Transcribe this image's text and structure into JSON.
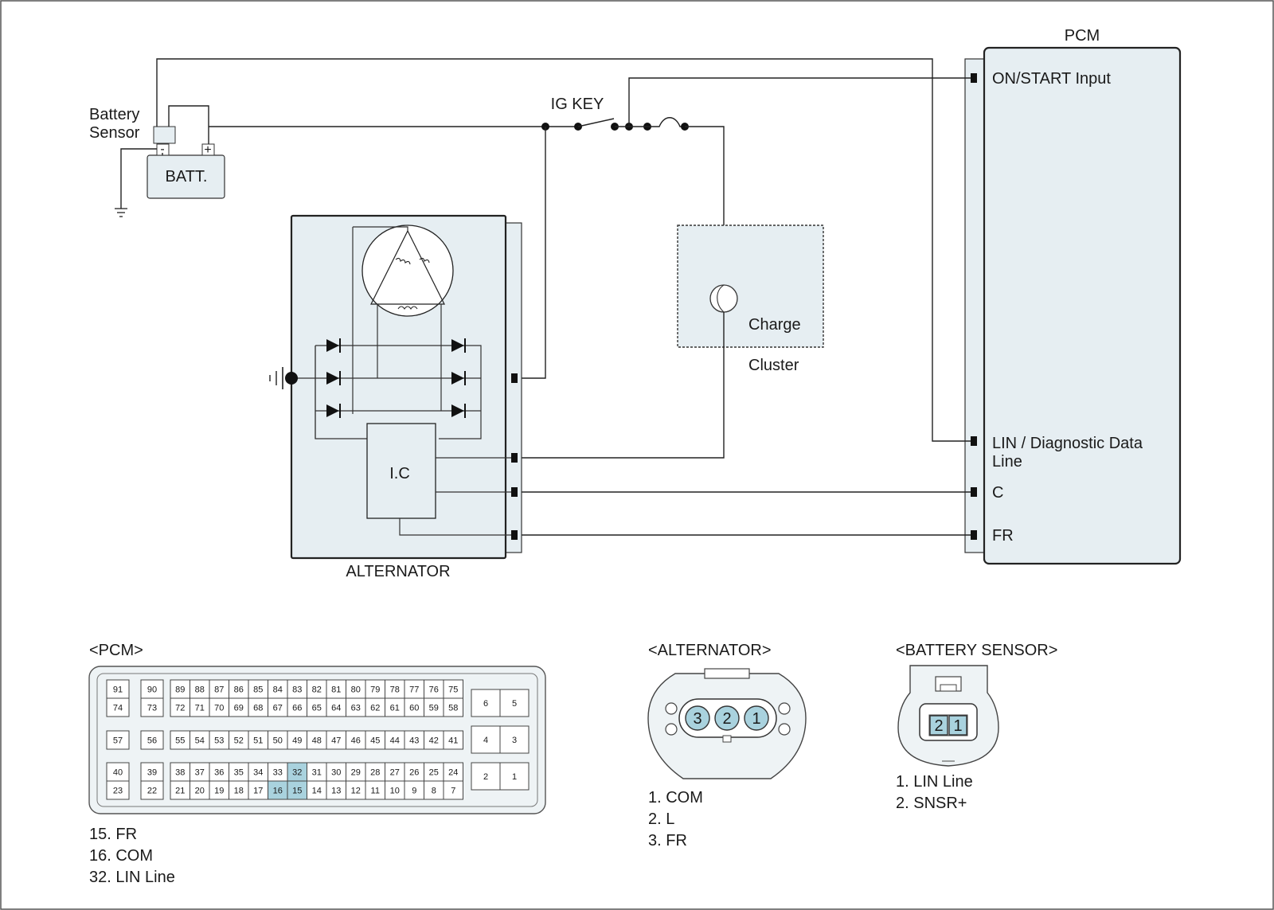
{
  "labels": {
    "pcm": "PCM",
    "battery_sensor_line1": "Battery",
    "battery_sensor_line2": "Sensor",
    "batt": "BATT.",
    "batt_minus": "-",
    "batt_plus": "+",
    "ig_key": "IG KEY",
    "alternator": "ALTERNATOR",
    "ic": "I.C",
    "charge": "Charge",
    "cluster": "Cluster"
  },
  "pcm_pins": {
    "on_start": "ON/START Input",
    "lin_line1": "LIN / Diagnostic Data",
    "lin_line2": "Line",
    "c": "C",
    "fr": "FR"
  },
  "connectors": {
    "pcm": {
      "title": "<PCM>",
      "row1_left": [
        [
          "91",
          "74"
        ],
        [
          "90",
          "73"
        ]
      ],
      "row1_main_top": [
        "89",
        "88",
        "87",
        "86",
        "85",
        "84",
        "83",
        "82",
        "81",
        "80",
        "79",
        "78",
        "77",
        "76",
        "75"
      ],
      "row1_main_bottom": [
        "72",
        "71",
        "70",
        "69",
        "68",
        "67",
        "66",
        "65",
        "64",
        "63",
        "62",
        "61",
        "60",
        "59",
        "58"
      ],
      "row2_left": [
        "57",
        "56"
      ],
      "row2_main": [
        "55",
        "54",
        "53",
        "52",
        "51",
        "50",
        "49",
        "48",
        "47",
        "46",
        "45",
        "44",
        "43",
        "42",
        "41"
      ],
      "row3_left": [
        [
          "40",
          "23"
        ],
        [
          "39",
          "22"
        ]
      ],
      "row3_main_top": [
        "38",
        "37",
        "36",
        "35",
        "34",
        "33",
        "32",
        "31",
        "30",
        "29",
        "28",
        "27",
        "26",
        "25",
        "24"
      ],
      "row3_main_bottom": [
        "21",
        "20",
        "19",
        "18",
        "17",
        "16",
        "15",
        "14",
        "13",
        "12",
        "11",
        "10",
        "9",
        "8",
        "7"
      ],
      "right_pins": [
        [
          "6",
          "5"
        ],
        [
          "4",
          "3"
        ],
        [
          "2",
          "1"
        ]
      ],
      "highlighted": [
        "32",
        "16",
        "15"
      ],
      "legend": [
        "15. FR",
        "16. COM",
        "32. LIN Line"
      ]
    },
    "alternator": {
      "title": "<ALTERNATOR>",
      "pins": [
        "3",
        "2",
        "1"
      ],
      "legend": [
        "1. COM",
        "2. L",
        "3. FR"
      ]
    },
    "battery_sensor": {
      "title": "<BATTERY SENSOR>",
      "pins": [
        "2",
        "1"
      ],
      "legend": [
        "1. LIN Line",
        "2. SNSR+"
      ]
    }
  },
  "colors": {
    "box_fill": "#e6eef2",
    "pin_highlight": "#a9d2de"
  }
}
